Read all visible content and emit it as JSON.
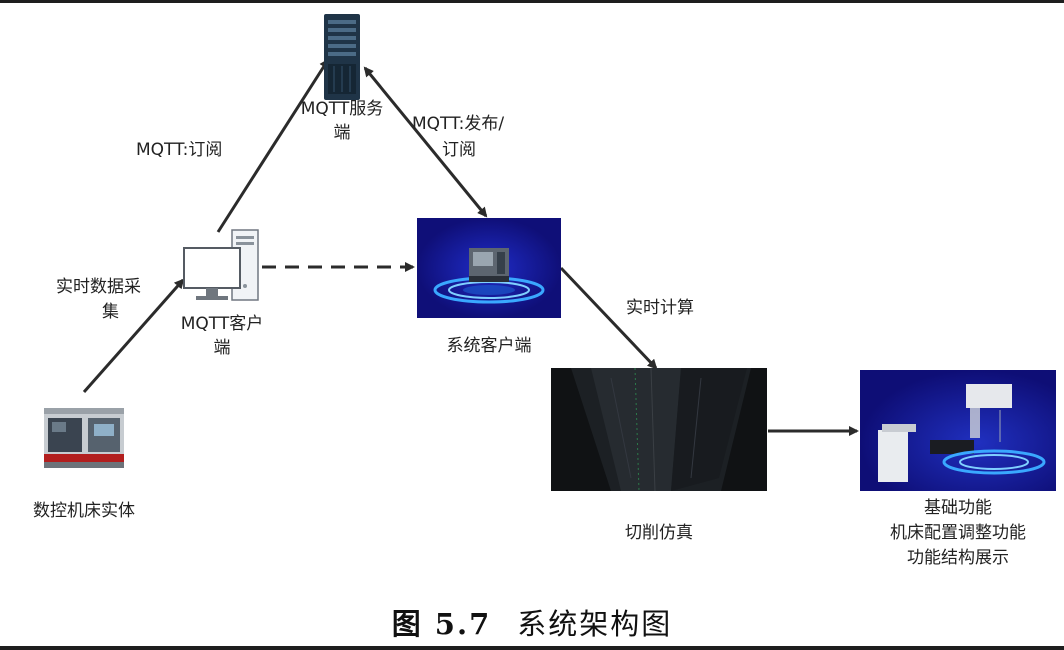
{
  "nodes": {
    "server": {
      "label_l1": "MQTT服务",
      "label_l2": "端"
    },
    "pc": {
      "label_l1": "MQTT客户",
      "label_l2": "端"
    },
    "machine": {
      "label": "数控机床实体"
    },
    "system_client": {
      "label": "系统客户端"
    },
    "cutting": {
      "label": "切削仿真"
    },
    "function": {
      "line1": "基础功能",
      "line2": "机床配置调整功能",
      "line3": "功能结构展示"
    }
  },
  "edges": {
    "subscribe": "MQTT:订阅",
    "publish_l1": "MQTT:发布/",
    "publish_l2": "订阅",
    "collect_l1": "实时数据采",
    "collect_l2": "集",
    "compute": "实时计算"
  },
  "caption": {
    "number": "图 5.7",
    "title": "系统架构图"
  },
  "colors": {
    "line": "#2b2b2b",
    "panel": "#14148c",
    "glow": "#3aa8ff"
  }
}
